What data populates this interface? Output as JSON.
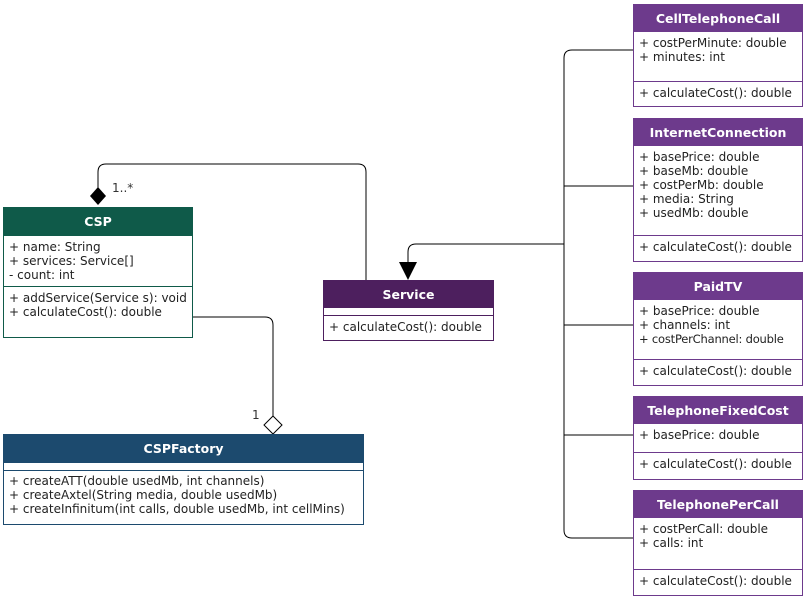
{
  "classes": {
    "csp": {
      "name": "CSP",
      "attributes": [
        "+ name: String",
        "+ services: Service[]",
        "- count: int"
      ],
      "methods": [
        "+ addService(Service s): void",
        "+ calculateCost(): double"
      ]
    },
    "csp_factory": {
      "name": "CSPFactory",
      "methods": [
        "+ createATT(double usedMb, int channels)",
        "+ createAxtel(String media, double usedMb)",
        "+ createInfinitum(int calls, double usedMb, int cellMins)"
      ]
    },
    "service": {
      "name": "Service",
      "methods": [
        "+ calculateCost(): double"
      ]
    },
    "cell_telephone_call": {
      "name": "CellTelephoneCall",
      "attributes": [
        "+ costPerMinute: double",
        "+ minutes: int"
      ],
      "methods": [
        "+ calculateCost(): double"
      ]
    },
    "internet_connection": {
      "name": "InternetConnection",
      "attributes": [
        "+ basePrice: double",
        "+ baseMb: double",
        "+ costPerMb: double",
        "+ media: String",
        "+ usedMb: double"
      ],
      "methods": [
        "+ calculateCost(): double"
      ]
    },
    "paid_tv": {
      "name": "PaidTV",
      "attributes": [
        "+ basePrice: double",
        "+ channels: int",
        "+ costPerChannel: double"
      ],
      "methods": [
        "+ calculateCost(): double"
      ]
    },
    "telephone_fixed_cost": {
      "name": "TelephoneFixedCost",
      "attributes": [
        "+ basePrice: double"
      ],
      "methods": [
        "+ calculateCost(): double"
      ]
    },
    "telephone_per_call": {
      "name": "TelephonePerCall",
      "attributes": [
        "+ costPerCall: double",
        "+ calls: int"
      ],
      "methods": [
        "+ calculateCost(): double"
      ]
    }
  },
  "multiplicities": {
    "csp_services": "1..*",
    "csp_factory": "1"
  },
  "colors": {
    "csp": "#0f5a49",
    "service": "#4d1f5e",
    "subclass": "#6d3a8c",
    "factory": "#1c4a6e",
    "line": "#000000"
  }
}
